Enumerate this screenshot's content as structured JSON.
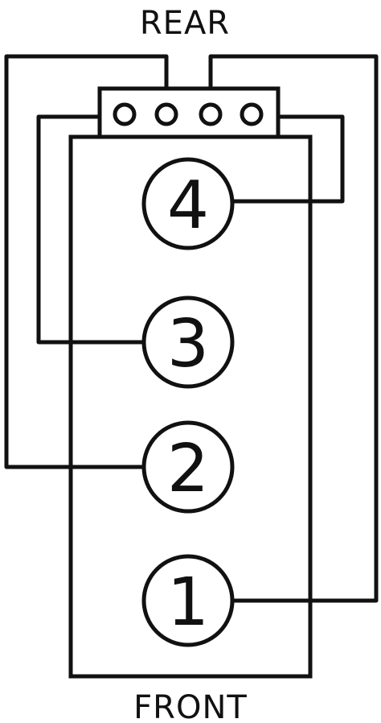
{
  "labels": {
    "top": "REAR",
    "bottom": "FRONT"
  },
  "cylinders": [
    {
      "id": "4",
      "label": "4"
    },
    {
      "id": "3",
      "label": "3"
    },
    {
      "id": "2",
      "label": "2"
    },
    {
      "id": "1",
      "label": "1"
    }
  ],
  "distributor_cap": {
    "terminal_count": 4
  },
  "colors": {
    "line": "#111111",
    "background": "#ffffff"
  }
}
